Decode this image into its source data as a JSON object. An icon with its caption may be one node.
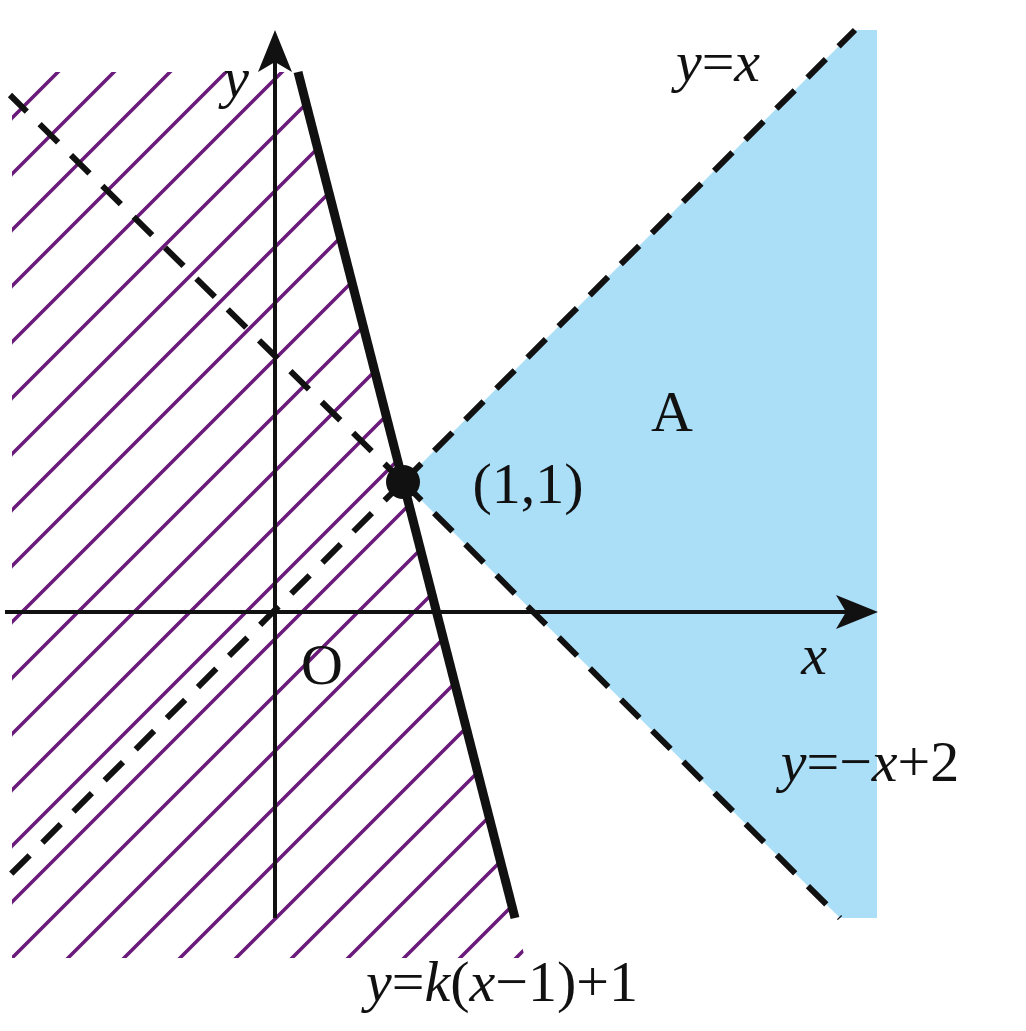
{
  "diagram": {
    "labels": [
      "*y*",
      "*y*=*x*",
      "A",
      "(1,1)",
      "O",
      "*x*",
      "*y*=−*x*+2",
      "*y*=*k*(*x*−1)+1"
    ]
  }
}
